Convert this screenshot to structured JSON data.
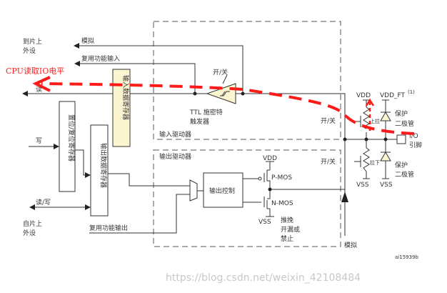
{
  "labels": {
    "to_periph_1": "到片上",
    "to_periph_2": "外设",
    "analog_in": "模拟",
    "alt_in": "复用功能输入",
    "cpu_read": "CPU读取IO电平",
    "read": "读",
    "write": "写",
    "read_write": "读/写",
    "from_periph_1": "自片上",
    "from_periph_2": "外设",
    "alt_out": "复用功能输出",
    "input_data_reg": "输入数据寄存器",
    "set_reset_reg": "置位/复位寄存器",
    "output_data_reg": "输出数据寄存器",
    "switch_top": "开/关",
    "ttl_1": "TTL 施密特",
    "ttl_2": "触发器",
    "input_driver": "输入驱动器",
    "output_driver": "输出驱动器",
    "output_control": "输出控制",
    "pmos": "P-MOS",
    "nmos": "N-MOS",
    "vdd": "VDD",
    "vss": "VSS",
    "vdd_ft": "VDD_FT",
    "note": "(1)",
    "switch_up": "开/关",
    "switch_down": "开/关",
    "pull_up": "上拉",
    "pull_down": "拉下",
    "protect_1": "保护",
    "protect_2": "二极管",
    "io_1": "I/O",
    "io_2": "引脚",
    "mode_1": "推挽",
    "mode_2": "开漏或",
    "mode_3": "禁止",
    "analog_bottom": "模拟",
    "figure_id": "ai15939b",
    "watermark": "https://blog.csdn.net/weixin_42108484"
  },
  "colors": {
    "annotation": "#ff1a1a",
    "register_fill": "#fbf5d0",
    "line": "#333333"
  }
}
